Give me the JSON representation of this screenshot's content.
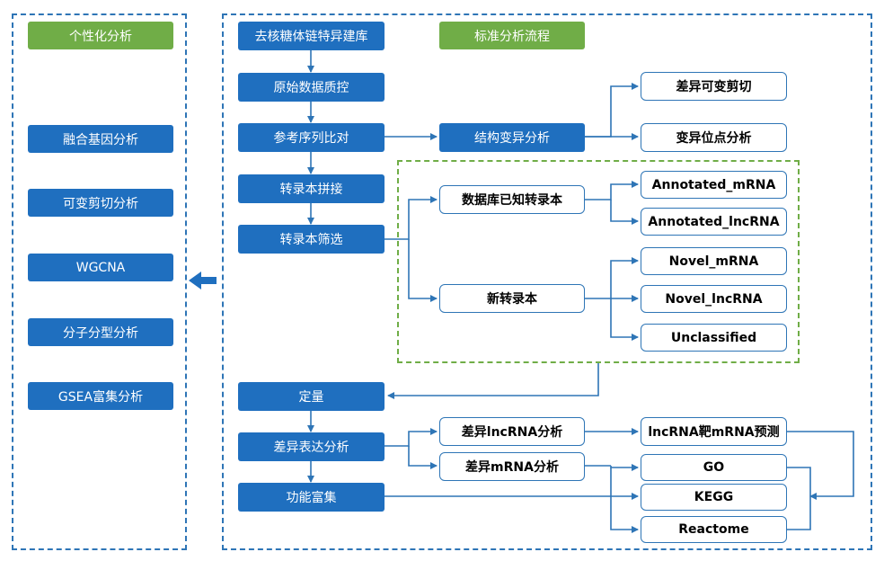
{
  "left": {
    "header": "个性化分析",
    "items": [
      "融合基因分析",
      "可变剪切分析",
      "WGCNA",
      "分子分型分析",
      "GSEA富集分析"
    ]
  },
  "main": {
    "header": "标准分析流程",
    "pipeline": [
      "去核糖体链特异建库",
      "原始数据质控",
      "参考序列比对",
      "转录本拼接",
      "转录本筛选",
      "定量",
      "差异表达分析",
      "功能富集"
    ],
    "structural": {
      "label": "结构变异分析",
      "children": [
        "差异可变剪切",
        "变异位点分析"
      ]
    },
    "known": {
      "label": "数据库已知转录本",
      "children": [
        "Annotated_mRNA",
        "Annotated_lncRNA"
      ]
    },
    "novel": {
      "label": "新转录本",
      "children": [
        "Novel_mRNA",
        "Novel_lncRNA",
        "Unclassified"
      ]
    },
    "diff": {
      "lncrna": "差异lncRNA分析",
      "mrna": "差异mRNA分析",
      "target": "lncRNA靶mRNA预测"
    },
    "enrichment": [
      "GO",
      "KEGG",
      "Reactome"
    ]
  },
  "colors": {
    "blue": "#1f6fbf",
    "green": "#70ad47",
    "line": "#2e75b6"
  },
  "icons": {
    "left_arrow": "arrow-left-icon"
  }
}
